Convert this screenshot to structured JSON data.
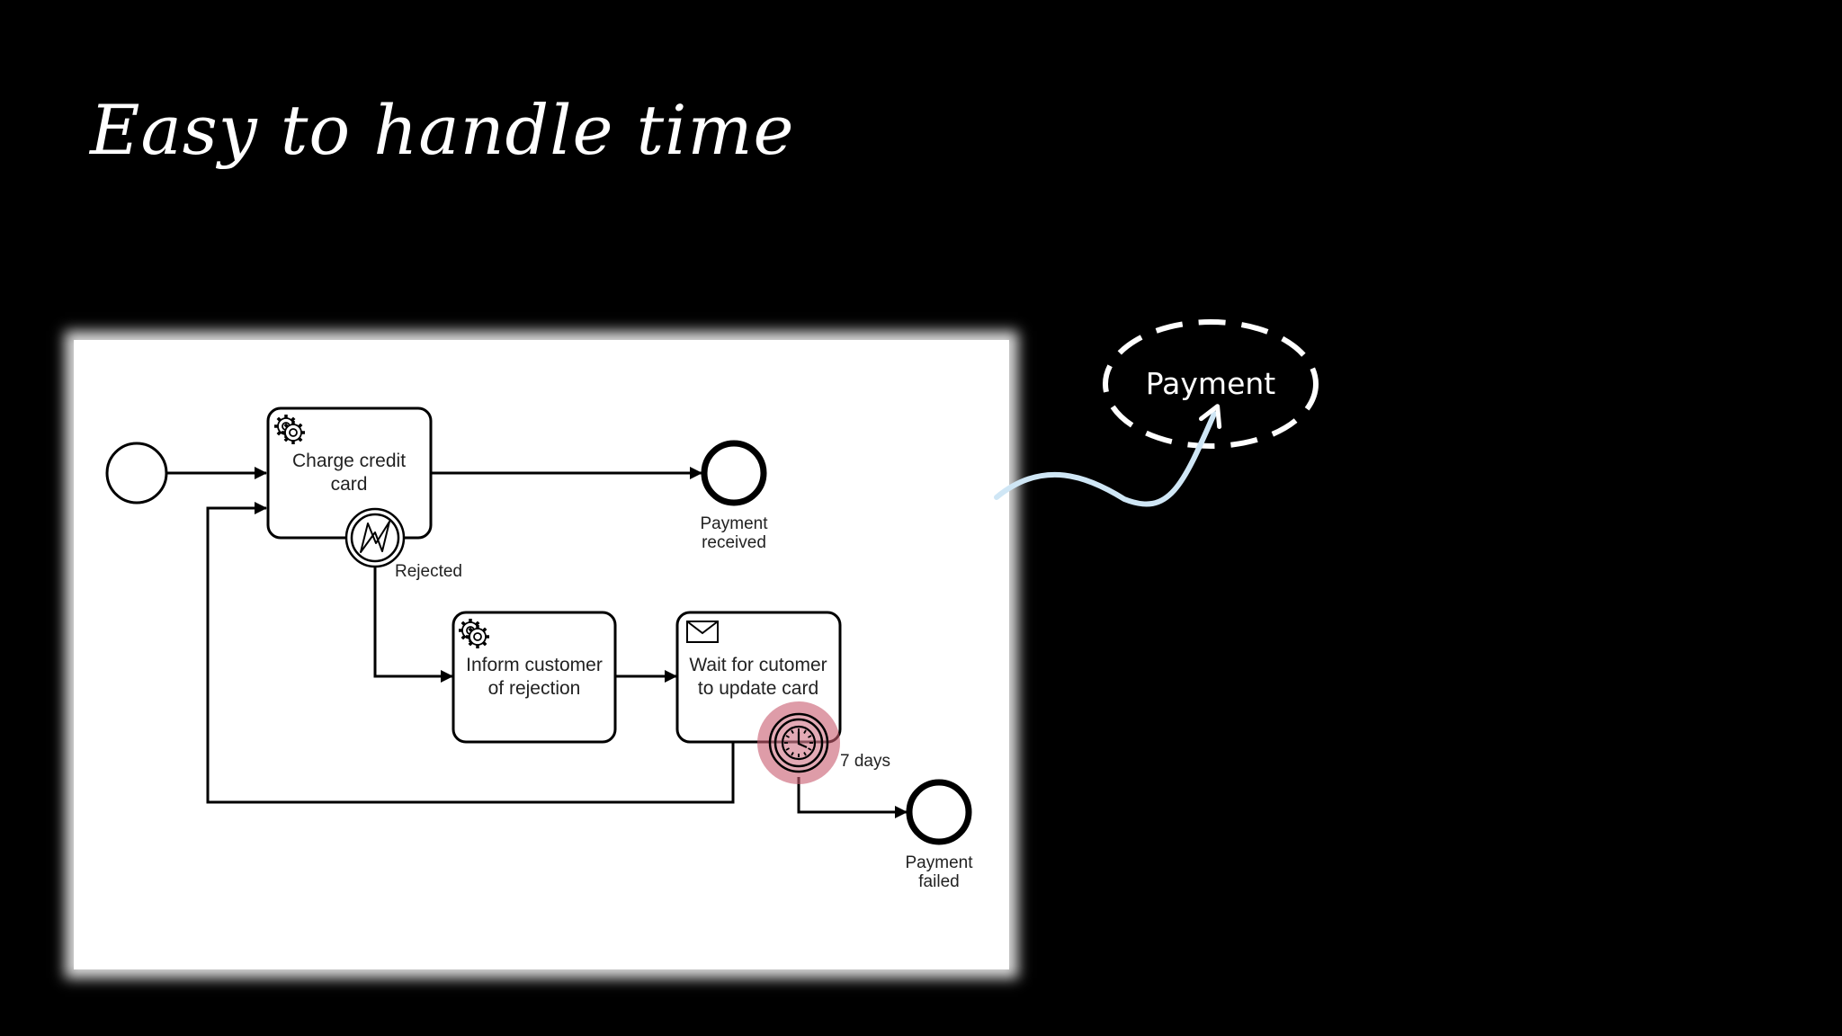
{
  "slide": {
    "title": "Easy to handle time"
  },
  "process": {
    "tasks": {
      "charge": {
        "line1": "Charge credit",
        "line2": "card",
        "icon": "gear-icon"
      },
      "inform": {
        "line1": "Inform customer",
        "line2": "of rejection",
        "icon": "gear-icon"
      },
      "wait": {
        "line1": "Wait for cutomer",
        "line2": "to update card",
        "icon": "envelope-icon"
      }
    },
    "events": {
      "received": {
        "line1": "Payment",
        "line2": "received"
      },
      "failed": {
        "line1": "Payment",
        "line2": "failed"
      },
      "rejected": {
        "label": "Rejected"
      },
      "timer": {
        "label": "7 days"
      }
    }
  },
  "annotation": {
    "label": "Payment"
  },
  "colors": {
    "background": "#000000",
    "panel": "#ffffff",
    "stroke": "#000000",
    "timer_highlight": "#c85a6e",
    "arrow": "#cfe6f5"
  }
}
